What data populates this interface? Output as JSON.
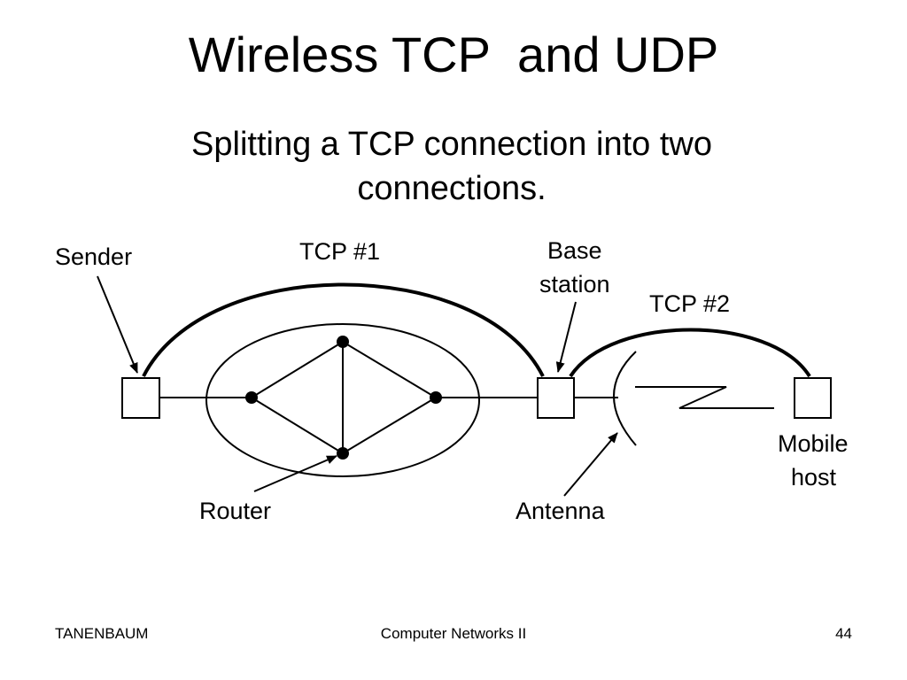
{
  "slide": {
    "title": "Wireless TCP  and UDP",
    "subtitle": "Splitting a TCP connection into two connections."
  },
  "diagram": {
    "labels": {
      "sender": "Sender",
      "tcp1": "TCP #1",
      "base_station_line1": "Base",
      "base_station_line2": "station",
      "tcp2": "TCP #2",
      "mobile_host_line1": "Mobile",
      "mobile_host_line2": "host",
      "router": "Router",
      "antenna": "Antenna"
    }
  },
  "footer": {
    "author": "TANENBAUM",
    "course": "Computer Networks II",
    "page_number": "44"
  }
}
